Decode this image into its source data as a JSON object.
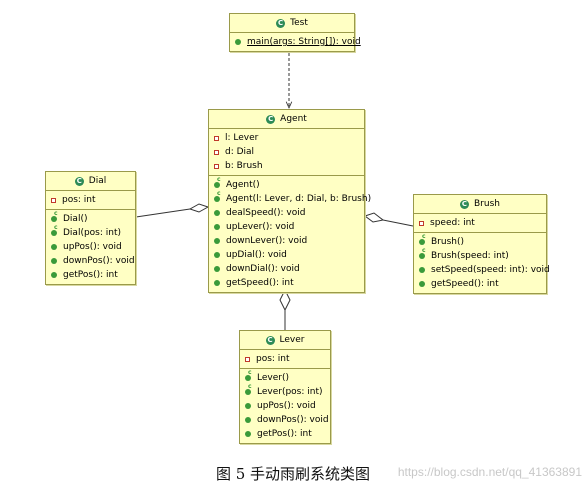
{
  "diagram": {
    "classes": {
      "test": {
        "name": "Test",
        "attributes": [],
        "methods": [
          {
            "text": "main(args: String[]): void",
            "visibility": "public",
            "static": true
          }
        ]
      },
      "agent": {
        "name": "Agent",
        "attributes": [
          {
            "text": "l: Lever",
            "visibility": "private"
          },
          {
            "text": "d: Dial",
            "visibility": "private"
          },
          {
            "text": "b: Brush",
            "visibility": "private"
          }
        ],
        "methods": [
          {
            "text": "Agent()",
            "visibility": "constructor"
          },
          {
            "text": "Agent(l: Lever, d: Dial, b: Brush)",
            "visibility": "constructor"
          },
          {
            "text": "dealSpeed(): void",
            "visibility": "public"
          },
          {
            "text": "upLever(): void",
            "visibility": "public"
          },
          {
            "text": "downLever(): void",
            "visibility": "public"
          },
          {
            "text": "upDial(): void",
            "visibility": "public"
          },
          {
            "text": "downDial(): void",
            "visibility": "public"
          },
          {
            "text": "getSpeed(): int",
            "visibility": "public"
          }
        ]
      },
      "dial": {
        "name": "Dial",
        "attributes": [
          {
            "text": "pos: int",
            "visibility": "private"
          }
        ],
        "methods": [
          {
            "text": "Dial()",
            "visibility": "constructor"
          },
          {
            "text": "Dial(pos: int)",
            "visibility": "constructor"
          },
          {
            "text": "upPos(): void",
            "visibility": "public"
          },
          {
            "text": "downPos(): void",
            "visibility": "public"
          },
          {
            "text": "getPos(): int",
            "visibility": "public"
          }
        ]
      },
      "brush": {
        "name": "Brush",
        "attributes": [
          {
            "text": "speed: int",
            "visibility": "private"
          }
        ],
        "methods": [
          {
            "text": "Brush()",
            "visibility": "constructor"
          },
          {
            "text": "Brush(speed: int)",
            "visibility": "constructor"
          },
          {
            "text": "setSpeed(speed: int): void",
            "visibility": "public"
          },
          {
            "text": "getSpeed(): int",
            "visibility": "public"
          }
        ]
      },
      "lever": {
        "name": "Lever",
        "attributes": [
          {
            "text": "pos: int",
            "visibility": "private"
          }
        ],
        "methods": [
          {
            "text": "Lever()",
            "visibility": "constructor"
          },
          {
            "text": "Lever(pos: int)",
            "visibility": "constructor"
          },
          {
            "text": "upPos(): void",
            "visibility": "public"
          },
          {
            "text": "downPos(): void",
            "visibility": "public"
          },
          {
            "text": "getPos(): int",
            "visibility": "public"
          }
        ]
      }
    },
    "relations": [
      {
        "from": "test",
        "to": "agent",
        "type": "dependency"
      },
      {
        "from": "dial",
        "to": "agent",
        "type": "aggregation"
      },
      {
        "from": "brush",
        "to": "agent",
        "type": "aggregation"
      },
      {
        "from": "lever",
        "to": "agent",
        "type": "aggregation"
      }
    ]
  },
  "caption": "图 5  手动雨刷系统类图",
  "watermark": "https://blog.csdn.net/qq_41363891",
  "colors": {
    "class_fill": "#ffffc4",
    "class_border": "#9a9a4a",
    "icon_green": "#2e8b57",
    "private_marker": "#c0392b",
    "public_marker": "#3a9a3a"
  }
}
